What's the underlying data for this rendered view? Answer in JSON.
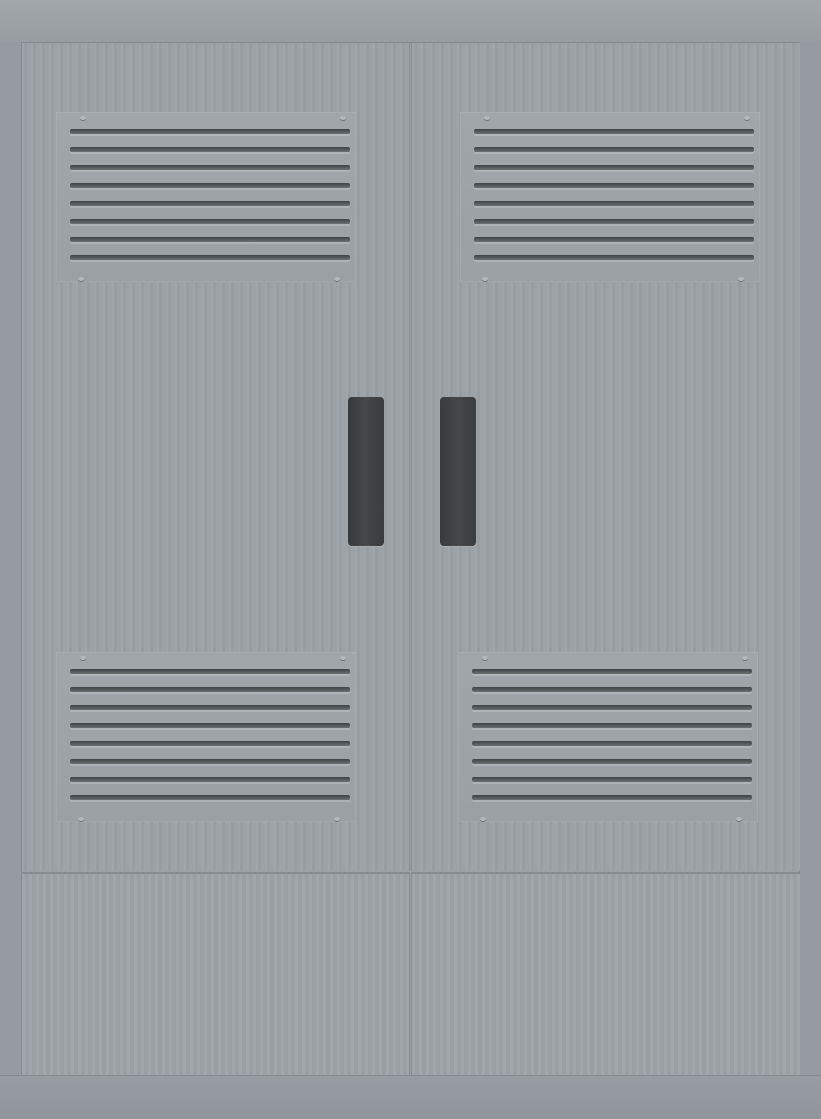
{
  "scene": {
    "object": "double-door-cabinet",
    "doors": 2,
    "louvres_per_door": 2,
    "slats_per_louvre": 8
  },
  "colors": {
    "panel": "#9ca2a6",
    "frame": "#959ba0",
    "seam": "#858c90",
    "handle": "#404244",
    "slat": "#4a4e50"
  },
  "icons": {
    "louvre": "horizontal-vent-slats",
    "handle": "vertical-bar-pull"
  }
}
